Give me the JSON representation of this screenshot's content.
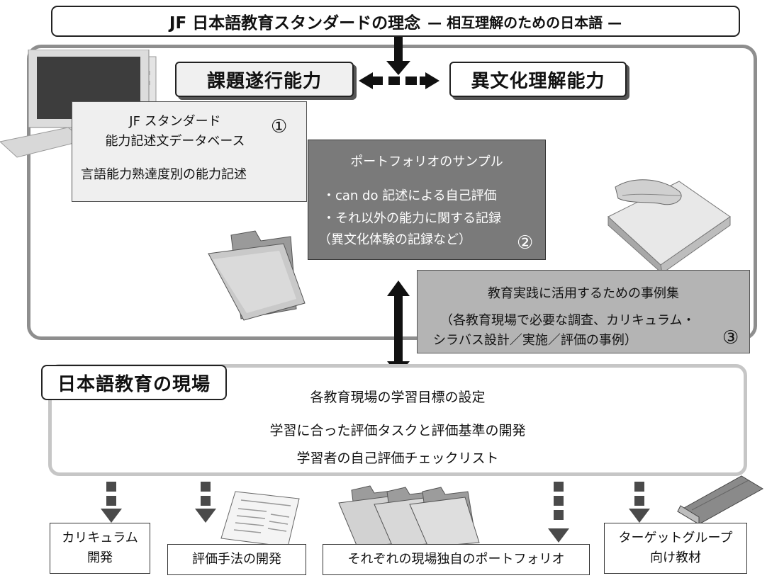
{
  "title": {
    "main": "JF 日本語教育スタンダードの理念",
    "sub": "— 相互理解のための日本語 —"
  },
  "competences": {
    "task": "課題遂行能力",
    "intercultural": "異文化理解能力"
  },
  "database": {
    "title_line1": "JF スタンダード",
    "title_line2": "能力記述文データベース",
    "number": "①",
    "description": "言語能力熟達度別の能力記述"
  },
  "portfolio": {
    "title": "ポートフォリオのサンプル",
    "item1": "・can do 記述による自己評価",
    "item2": "・それ以外の能力に関する記録",
    "item3": "（異文化体験の記録など）",
    "number": "②"
  },
  "cases": {
    "title": "教育実践に活用するための事例集",
    "line1": "（各教育現場で必要な調査、カリキュラム・",
    "line2": "シラバス設計／実施／評価の事例）",
    "number": "③"
  },
  "field": {
    "title": "日本語教育の現場",
    "line1": "各教育現場の学習目標の設定",
    "line2": "学習に合った評価タスクと評価基準の開発",
    "line3": "学習者の自己評価チェックリスト"
  },
  "outputs": [
    {
      "line1": "カリキュラム",
      "line2": "開発"
    },
    {
      "line1": "評価手法の開発"
    },
    {
      "line1": "それぞれの現場独自のポートフォリオ"
    },
    {
      "line1": "ターゲットグループ",
      "line2": "向け教材"
    }
  ],
  "colors": {
    "frame": "#8e8e8e",
    "portfolio_bg": "#7a7a7a",
    "cases_bg": "#b4b4b4",
    "database_bg": "#efefef",
    "field_frame": "#c6c6c6"
  },
  "icons": [
    "computer-icon",
    "folder-icon",
    "writing-hand-icon",
    "document-icon",
    "folders-icon",
    "book-icon"
  ]
}
